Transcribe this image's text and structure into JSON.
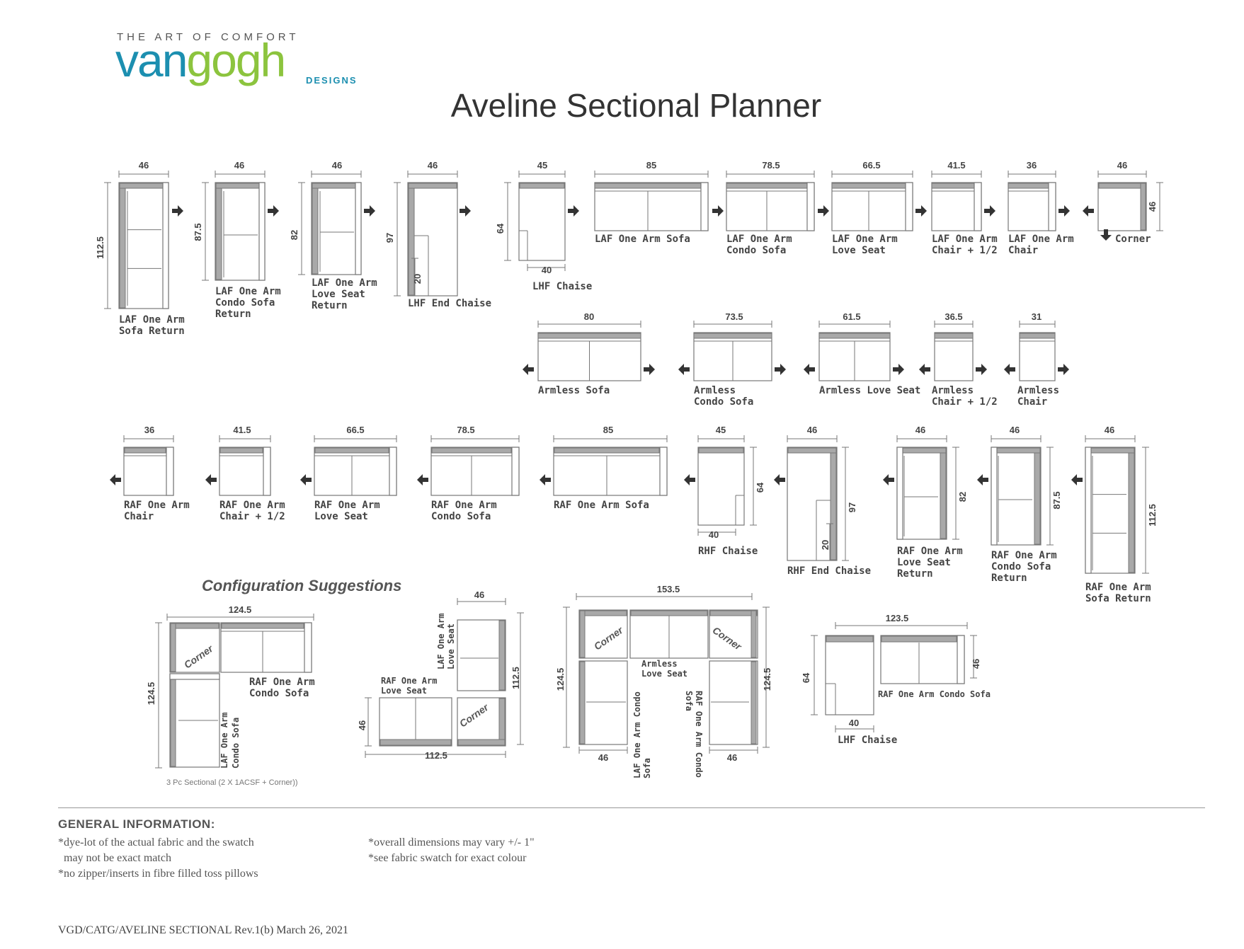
{
  "brand": {
    "tagline": "THE ART OF COMFORT",
    "name_part1": "van",
    "name_part2": "gogh",
    "sub": "DESIGNS"
  },
  "title": "Aveline Sectional Planner",
  "pieces": {
    "laf_sofa_return": {
      "w": "46",
      "h": "112.5",
      "label1": "LAF One Arm",
      "label2": "Sofa Return"
    },
    "laf_condo_return": {
      "w": "46",
      "h": "87.5",
      "label1": "LAF One Arm",
      "label2": "Condo Sofa",
      "label3": "Return"
    },
    "laf_love_return": {
      "w": "46",
      "h": "82",
      "label1": "LAF One Arm",
      "label2": "Love Seat",
      "label3": "Return"
    },
    "lhf_end_chaise": {
      "w": "46",
      "h": "97",
      "d": "20",
      "label1": "LHF End Chaise"
    },
    "lhf_chaise": {
      "w": "45",
      "h": "64",
      "d": "40",
      "label1": "LHF Chaise"
    },
    "laf_sofa": {
      "w": "85",
      "label1": "LAF One Arm Sofa"
    },
    "laf_condo": {
      "w": "78.5",
      "label1": "LAF One Arm",
      "label2": "Condo Sofa"
    },
    "laf_love": {
      "w": "66.5",
      "label1": "LAF One Arm",
      "label2": "Love Seat"
    },
    "laf_chair_half": {
      "w": "41.5",
      "label1": "LAF One Arm",
      "label2": "Chair + 1/2"
    },
    "laf_chair": {
      "w": "36",
      "label1": "LAF One Arm",
      "label2": "Chair"
    },
    "corner": {
      "w": "46",
      "h": "46",
      "label1": "Corner"
    },
    "armless_sofa": {
      "w": "80",
      "label1": "Armless Sofa"
    },
    "armless_condo": {
      "w": "73.5",
      "label1": "Armless",
      "label2": "Condo Sofa"
    },
    "armless_love": {
      "w": "61.5",
      "label1": "Armless Love Seat"
    },
    "armless_chair_half": {
      "w": "36.5",
      "label1": "Armless",
      "label2": "Chair + 1/2"
    },
    "armless_chair": {
      "w": "31",
      "label1": "Armless",
      "label2": "Chair"
    },
    "raf_chair": {
      "w": "36",
      "label1": "RAF One Arm",
      "label2": "Chair"
    },
    "raf_chair_half": {
      "w": "41.5",
      "label1": "RAF One Arm",
      "label2": "Chair + 1/2"
    },
    "raf_love": {
      "w": "66.5",
      "label1": "RAF One Arm",
      "label2": "Love Seat"
    },
    "raf_condo": {
      "w": "78.5",
      "label1": "RAF One Arm",
      "label2": "Condo Sofa"
    },
    "raf_sofa": {
      "w": "85",
      "label1": "RAF One Arm Sofa"
    },
    "rhf_chaise": {
      "w": "45",
      "h": "64",
      "d": "40",
      "label1": "RHF Chaise"
    },
    "rhf_end_chaise": {
      "w": "46",
      "h": "97",
      "d": "20",
      "label1": "RHF End Chaise"
    },
    "raf_love_return": {
      "w": "46",
      "h": "82",
      "label1": "RAF One Arm",
      "label2": "Love Seat",
      "label3": "Return"
    },
    "raf_condo_return": {
      "w": "46",
      "h": "87.5",
      "label1": "RAF One Arm",
      "label2": "Condo Sofa",
      "label3": "Return"
    },
    "raf_sofa_return": {
      "w": "46",
      "h": "112.5",
      "label1": "RAF One Arm",
      "label2": "Sofa Return"
    }
  },
  "config": {
    "title": "Configuration Suggestions",
    "c1": {
      "w": "124.5",
      "h": "124.5",
      "corner": "Corner",
      "raf1": "RAF One Arm",
      "raf2": "Condo Sofa",
      "laf1": "LAF One Arm",
      "laf2": "Condo Sofa",
      "caption": "3 Pc Sectional (2 X 1ACSF + Corner))"
    },
    "c2": {
      "w_top": "46",
      "h": "112.5",
      "w_bottom": "112.5",
      "left_h": "46",
      "corner": "Corner",
      "laf1": "LAF One Arm",
      "laf2": "Love Seat",
      "raf1": "RAF One Arm",
      "raf2": "Love Seat"
    },
    "c3": {
      "w": "153.5",
      "h_left": "124.5",
      "h_right": "124.5",
      "w_left": "46",
      "w_right": "46",
      "corner_l": "Corner",
      "corner_r": "Corner",
      "armless1": "Armless",
      "armless2": "Love Seat",
      "laf1": "LAF One Arm Condo",
      "laf2": "Sofa",
      "raf1": "RAF One Arm Condo",
      "raf2": "Sofa"
    },
    "c4": {
      "w": "123.5",
      "h": "64",
      "d": "40",
      "right_h": "46",
      "raf": "RAF One Arm Condo Sofa",
      "lhf": "LHF Chaise"
    }
  },
  "general": {
    "title": "GENERAL INFORMATION:",
    "col1": [
      "*dye-lot of the actual fabric and the swatch",
      "  may not be exact match",
      "*no zipper/inserts in fibre filled toss pillows"
    ],
    "col2": [
      "*overall dimensions may vary +/- 1\"",
      "*see fabric swatch for exact colour"
    ]
  },
  "footer": "VGD/CATG/AVELINE SECTIONAL Rev.1(b) March 26, 2021"
}
